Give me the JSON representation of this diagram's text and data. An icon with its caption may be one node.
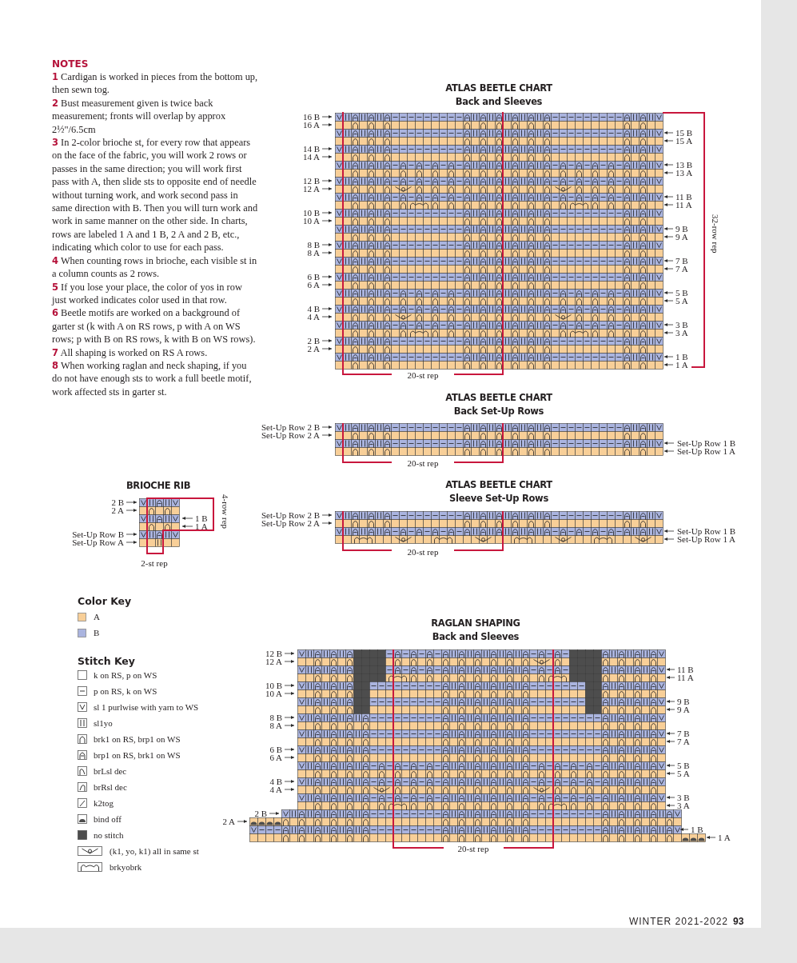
{
  "diagram": {
    "labels": [
      "NOTES",
      "**1** Cardigan is worked in pieces from the bottom up, then sewn tog.",
      "**2** Bust measurement given is twice back measurement; fronts will overlap by approx 2½\"/6.5cm",
      "**3** In 2-color brioche st, for every row that appears on the face of the fabric, you will work 2 rows or passes in the same direction; you will work first pass with A, then slide sts to opposite end of needle without turning work, and work second pass in same direction with B. Then you will turn work and work in same manner on the other side. In charts, rows are labeled 1 A and 1 B, 2 A and 2 B, etc., indicating which color to use for each pass.",
      "**4** When counting rows in brioche, each visible st in a column counts as 2 rows.",
      "**5** If you lose your place, the color of yos in row just worked indicates color used in that row.",
      "**6** Beetle motifs are worked on a background of garter st (k with A on RS rows, p with A on WS rows; p with B on RS rows, k with B on WS rows).",
      "**7** All shaping is worked on RS A rows.",
      "**8** When working raglan and neck shaping, if you do not have enough sts to work a full beetle motif, work affected sts in garter st.",
      "ATLAS BEETLE CHART",
      "Back and Sleeves",
      "16 B",
      "16 A",
      "14 B",
      "14 A",
      "12 B",
      "12 A",
      "10 B",
      "10 A",
      "8 B",
      "8 A",
      "6 B",
      "6 A",
      "4 B",
      "4 A",
      "2 B",
      "2 A",
      "15 B",
      "15 A",
      "13 B",
      "13 A",
      "11 B",
      "11 A",
      "9 B",
      "9 A",
      "7 B",
      "7 A",
      "5 B",
      "5 A",
      "3 B",
      "3 A",
      "1 B",
      "1 A",
      "32-row rep",
      "20-st rep",
      "ATLAS BEETLE CHART",
      "Back Set-Up Rows",
      "Set-Up Row 2 B",
      "Set-Up Row 2 A",
      "Set-Up Row 1 B",
      "Set-Up Row 1 A",
      "20-st rep",
      "BRIOCHE RIB",
      "2 B",
      "2 A",
      "1 B",
      "1 A",
      "Set-Up Row B",
      "Set-Up Row A",
      "4-row rep",
      "2-st rep",
      "ATLAS BEETLE CHART",
      "Sleeve Set-Up Rows",
      "Set-Up Row 2 B",
      "Set-Up Row 2 A",
      "Set-Up Row 1 B",
      "Set-Up Row 1 A",
      "20-st rep",
      "Color Key",
      "Stitch Key",
      "RAGLAN SHAPING",
      "Back and Sleeves",
      "12 B",
      "12 A",
      "10 B",
      "10 A",
      "8 B",
      "8 A",
      "6 B",
      "6 A",
      "4 B",
      "4 A",
      "2 B",
      "2 A",
      "11 B",
      "11 A",
      "9 B",
      "9 A",
      "7 B",
      "7 A",
      "5 B",
      "5 A",
      "3 B",
      "3 A",
      "1 B",
      "1 A",
      "20-st rep",
      "WINTER 2021-2022",
      "93"
    ],
    "legend": [
      {
        "text": "A",
        "color": "#f8cf98"
      },
      {
        "text": "B",
        "color": "#aab4df"
      },
      {
        "text": "k on RS, p on WS"
      },
      {
        "text": "p on RS, k on WS"
      },
      {
        "text": "sl 1 purlwise with yarn to WS"
      },
      {
        "text": "sl1yo"
      },
      {
        "text": "brk1 on RS, brp1 on WS"
      },
      {
        "text": "brp1 on RS, brk1 on WS"
      },
      {
        "text": "brLsl dec"
      },
      {
        "text": "brRsl dec"
      },
      {
        "text": "k2tog"
      },
      {
        "text": "bind off"
      },
      {
        "text": "no stitch"
      },
      {
        "text": "(k1, yo, k1) all in same st"
      },
      {
        "text": "brkyobrk"
      }
    ]
  }
}
